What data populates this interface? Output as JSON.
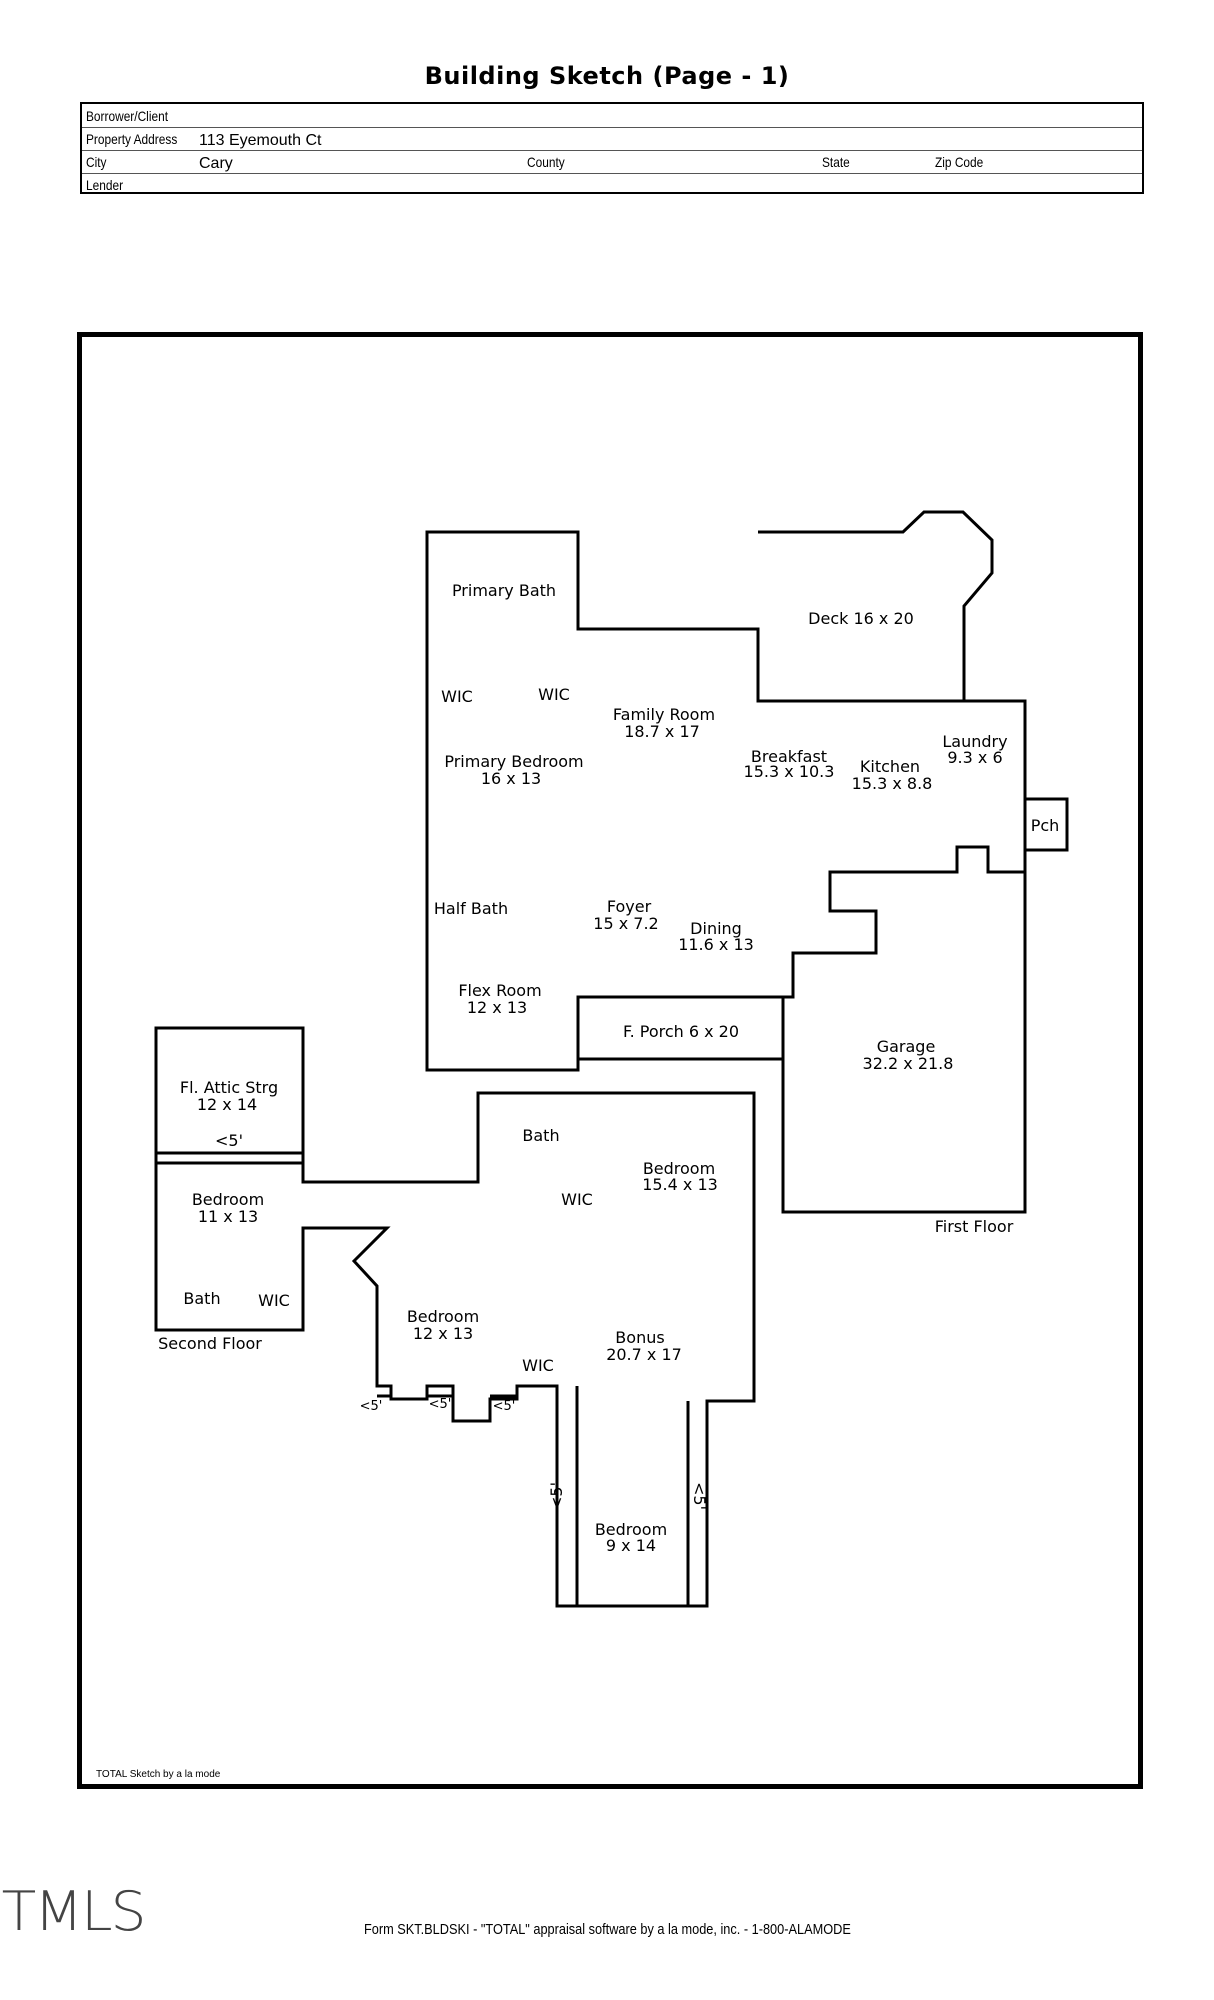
{
  "header": {
    "title": "Building Sketch (Page - 1)"
  },
  "info": {
    "borrower_label": "Borrower/Client",
    "borrower_value": "",
    "address_label": "Property Address",
    "address_value": "113 Eyemouth Ct",
    "city_label": "City",
    "city_value": "Cary",
    "county_label": "County",
    "state_label": "State",
    "zip_label": "Zip Code",
    "lender_label": "Lender"
  },
  "rooms": {
    "primary_bath": "Primary Bath",
    "wic_1": "WIC",
    "wic_2": "WIC",
    "primary_bedroom": "Primary Bedroom",
    "primary_bedroom_dim": "16 x 13",
    "family_room": "Family Room",
    "family_room_dim": "18.7 x 17",
    "deck": "Deck 16 x 20",
    "breakfast": "Breakfast",
    "breakfast_dim": "15.3 x 10.3",
    "kitchen": "Kitchen",
    "kitchen_dim": "15.3 x 8.8",
    "laundry": "Laundry",
    "laundry_dim": "9.3 x 6",
    "pch": "Pch",
    "half_bath": "Half Bath",
    "foyer": "Foyer",
    "foyer_dim": "15 x 7.2",
    "dining": "Dining",
    "dining_dim": "11.6 x 13",
    "flex_room": "Flex Room",
    "flex_room_dim": "12 x 13",
    "f_porch": "F. Porch 6 x 20",
    "garage": "Garage",
    "garage_dim": "32.2 x 21.8",
    "first_floor": "First Floor",
    "attic": "Fl. Attic Strg",
    "attic_dim": "12 x 14",
    "lt5_attic": "<5'",
    "bath_2": "Bath",
    "bedroom_2": "Bedroom",
    "bedroom_2_dim": "15.4 x 13",
    "wic_3": "WIC",
    "bedroom_3": "Bedroom",
    "bedroom_3_dim": "11 x 13",
    "bath_3": "Bath",
    "wic_4": "WIC",
    "second_floor": "Second Floor",
    "bedroom_4": "Bedroom",
    "bedroom_4_dim": "12 x 13",
    "bonus": "Bonus",
    "bonus_dim": "20.7 x 17",
    "wic_5": "WIC",
    "lt5_a": "<5'",
    "lt5_b": "<5'",
    "lt5_c": "<5'",
    "lt5_d": "<5'",
    "lt5_e": "<5'",
    "bedroom_5": "Bedroom",
    "bedroom_5_dim": "9 x 14"
  },
  "credit": "TOTAL Sketch by a la mode",
  "logo": "TMLS",
  "footer": "Form SKT.BLDSKI - \"TOTAL\" appraisal software by a la mode, inc. - 1-800-ALAMODE"
}
